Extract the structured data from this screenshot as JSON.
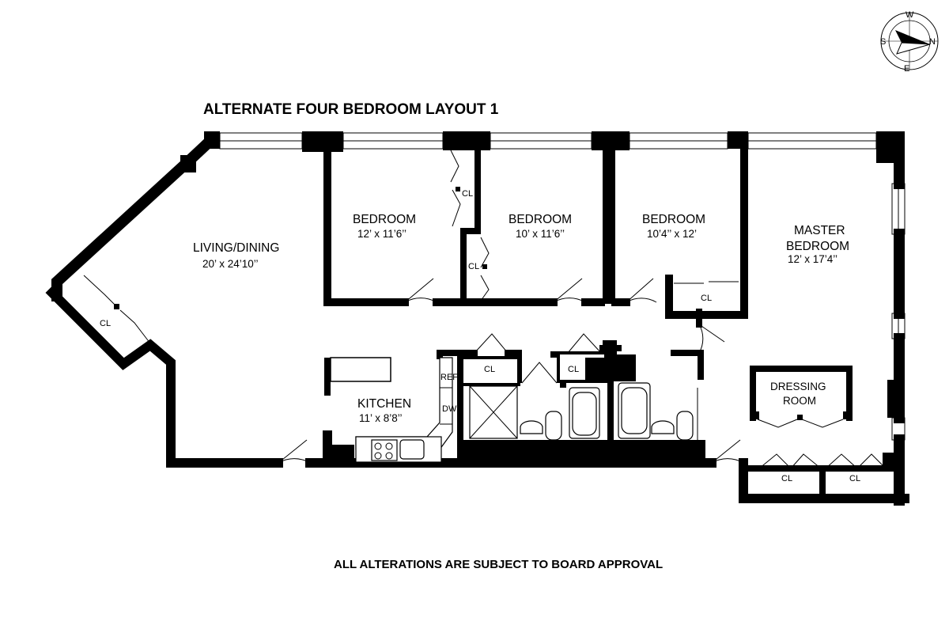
{
  "title": "ALTERNATE FOUR BEDROOM LAYOUT 1",
  "footer_note": "ALL ALTERATIONS ARE SUBJECT TO BOARD APPROVAL",
  "compass": {
    "n": "N",
    "s": "S",
    "e": "E",
    "w": "W"
  },
  "rooms": {
    "living": {
      "name": "LIVING/DINING",
      "dim": "20’ x 24’10’’"
    },
    "bedroom1": {
      "name": "BEDROOM",
      "dim": "12’ x 11’6’’"
    },
    "bedroom2": {
      "name": "BEDROOM",
      "dim": "10’ x 11’6’’"
    },
    "bedroom3": {
      "name": "BEDROOM",
      "dim": "10’4’’ x 12’"
    },
    "master": {
      "name_line1": "MASTER",
      "name_line2": "BEDROOM",
      "dim": "12’ x 17’4’’"
    },
    "kitchen": {
      "name": "KITCHEN",
      "dim": "11’ x 8’8’’"
    },
    "dressing": {
      "name_line1": "DRESSING",
      "name_line2": "ROOM"
    }
  },
  "labels": {
    "closet": "CL",
    "refrigerator": "REF",
    "dishwasher": "DW"
  }
}
